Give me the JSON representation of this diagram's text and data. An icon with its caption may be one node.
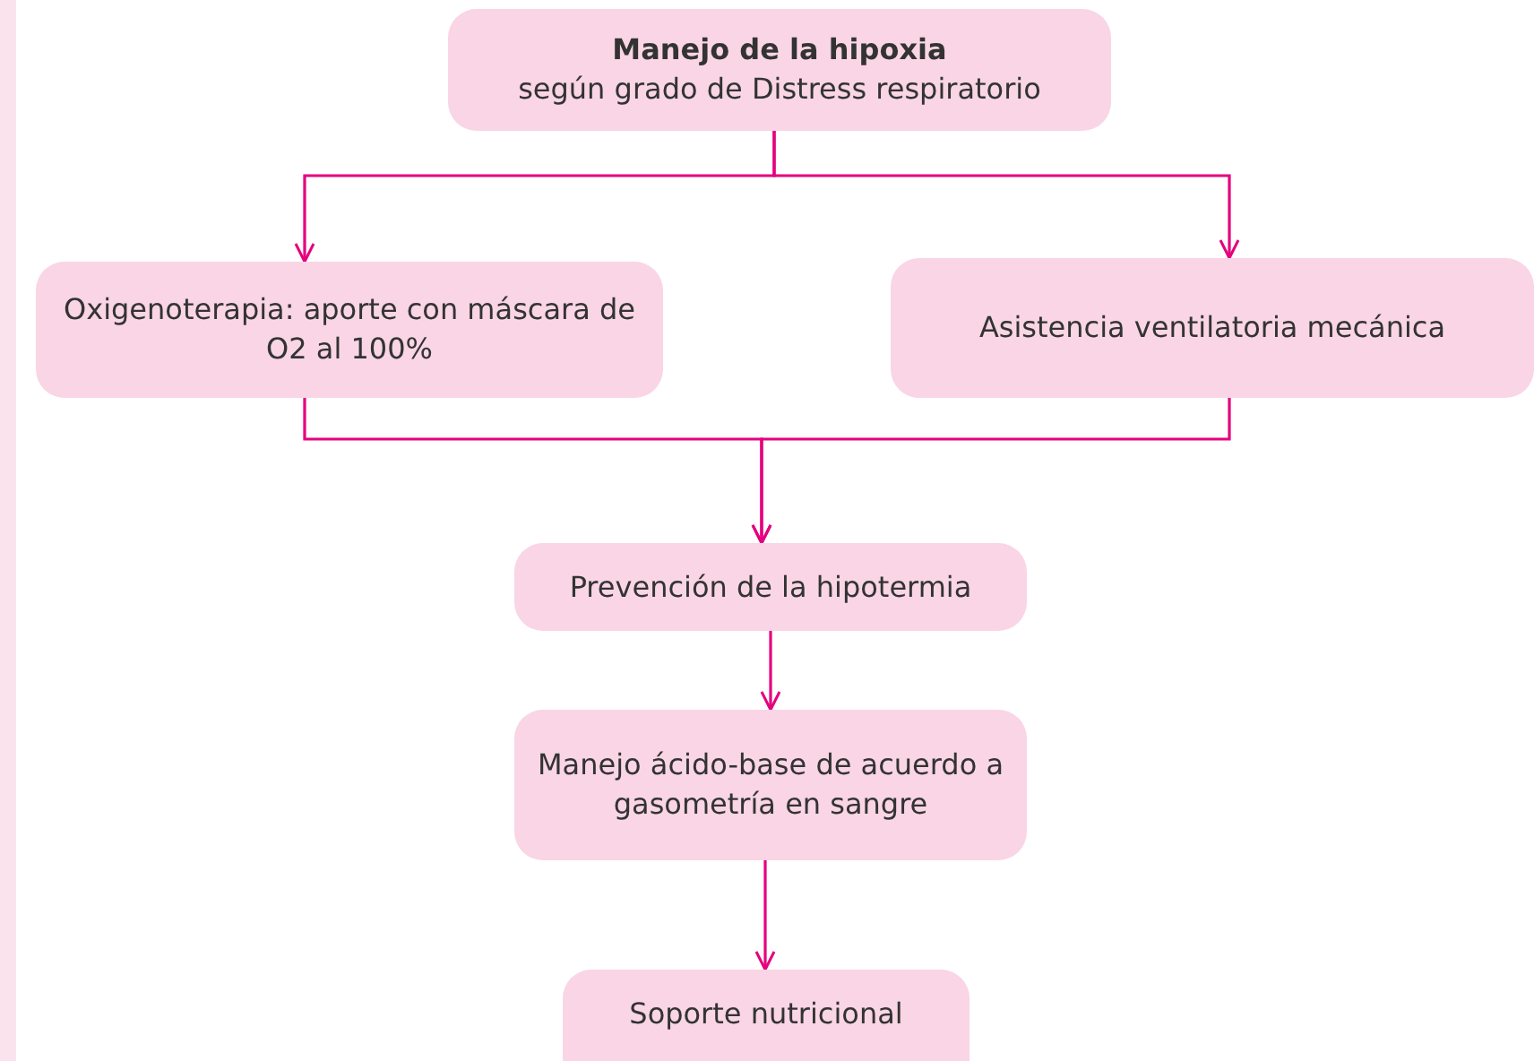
{
  "diagram": {
    "nodes": [
      {
        "text": [
          "Manejo de la hipoxia",
          "según grado de Distress respiratorio"
        ]
      },
      {
        "text": [
          "Oxigenoterapia: aporte con máscara de O2 al 100%"
        ]
      },
      {
        "text": [
          "Asistencia ventilatoria mecánica"
        ]
      },
      {
        "text": [
          "Prevención de la hipotermia"
        ]
      },
      {
        "text": [
          "Manejo ácido-base de acuerdo a gasometría en sangre"
        ]
      },
      {
        "text": [
          "Soporte nutricional"
        ]
      }
    ],
    "edges": [
      {
        "from": 0,
        "to": 1,
        "arrow": "to"
      },
      {
        "from": 0,
        "to": 2,
        "arrow": "to"
      },
      {
        "from": 1,
        "to": 3,
        "arrow": "to"
      },
      {
        "from": 2,
        "to": 3,
        "arrow": "to"
      },
      {
        "from": 3,
        "to": 4,
        "arrow": "to"
      },
      {
        "from": 4,
        "to": 5,
        "arrow": "to"
      }
    ]
  }
}
